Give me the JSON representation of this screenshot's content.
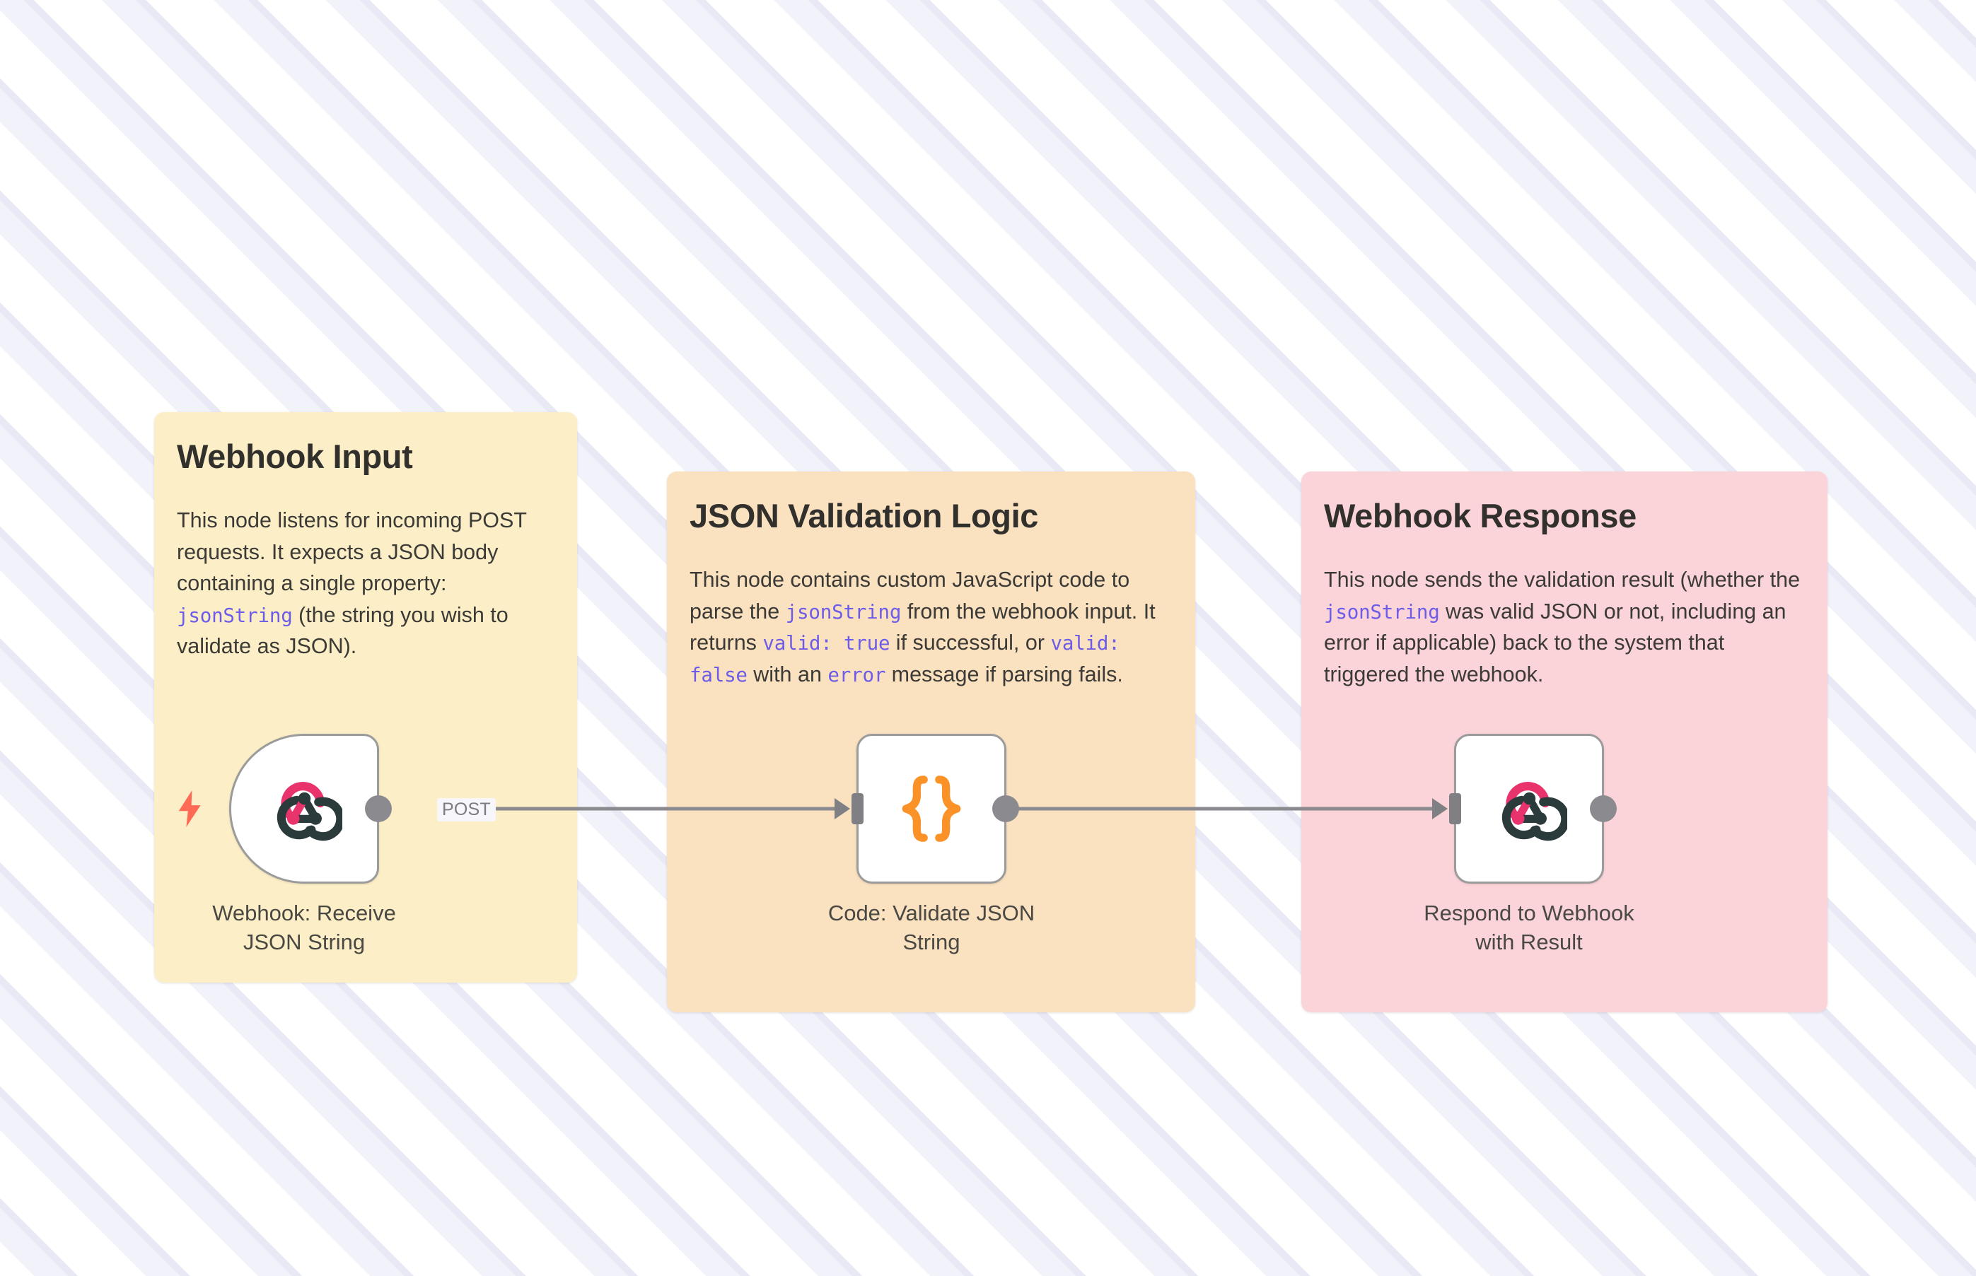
{
  "canvas": {
    "background_color": "#fafaff",
    "stripe_color": "#eeeef8"
  },
  "notes": [
    {
      "id": "webhook-input",
      "title": "Webhook Input",
      "color": "#fcefc7",
      "body_segments": [
        {
          "text": "This node listens for incoming POST requests. It expects a JSON body containing a single property: ",
          "kind": "text"
        },
        {
          "text": "jsonString",
          "kind": "code"
        },
        {
          "text": " (the string you wish to validate as JSON).",
          "kind": "text"
        }
      ],
      "body_plain": "This node listens for incoming POST requests. It expects a JSON body containing a single property: jsonString (the string you wish to validate as JSON)."
    },
    {
      "id": "validation-logic",
      "title": "JSON Validation Logic",
      "color": "#fae1c0",
      "body_segments": [
        {
          "text": "This node contains custom JavaScript code to parse the ",
          "kind": "text"
        },
        {
          "text": "jsonString",
          "kind": "code"
        },
        {
          "text": " from the webhook input. It returns ",
          "kind": "text"
        },
        {
          "text": "valid: true",
          "kind": "code"
        },
        {
          "text": " if successful, or ",
          "kind": "text"
        },
        {
          "text": "valid: false",
          "kind": "code"
        },
        {
          "text": " with an ",
          "kind": "text"
        },
        {
          "text": "error",
          "kind": "code"
        },
        {
          "text": " message if parsing fails.",
          "kind": "text"
        }
      ],
      "body_plain": "This node contains custom JavaScript code to parse the jsonString from the webhook input. It returns valid: true if successful, or valid: false with an error message if parsing fails."
    },
    {
      "id": "webhook-response",
      "title": "Webhook Response",
      "color": "#fbd4d9",
      "body_segments": [
        {
          "text": "This node sends the validation result (whether the ",
          "kind": "text"
        },
        {
          "text": "jsonString",
          "kind": "code"
        },
        {
          "text": " was valid JSON or not, including an error if applicable) back to the system that triggered the webhook.",
          "kind": "text"
        }
      ],
      "body_plain": "This node sends the validation result (whether the jsonString was valid JSON or not, including an error if applicable) back to the system that triggered the webhook."
    }
  ],
  "nodes": [
    {
      "id": "webhook-receive",
      "label": "Webhook: Receive JSON String",
      "icon": "webhook-icon",
      "kind": "trigger",
      "has_trigger_bolt": true,
      "has_input_port": false,
      "has_output_port": true,
      "icon_colors": {
        "accent": "#e8336d",
        "dark": "#2b3a3a"
      }
    },
    {
      "id": "code-validate",
      "label": "Code: Validate JSON String",
      "icon": "curly-braces-icon",
      "kind": "action",
      "has_trigger_bolt": false,
      "has_input_port": true,
      "has_output_port": true,
      "icon_colors": {
        "accent": "#fa9227"
      }
    },
    {
      "id": "respond",
      "label": "Respond to Webhook with Result",
      "icon": "webhook-icon",
      "kind": "action",
      "has_trigger_bolt": false,
      "has_input_port": true,
      "has_output_port": true,
      "icon_colors": {
        "accent": "#e8336d",
        "dark": "#2b3a3a"
      }
    }
  ],
  "edges": [
    {
      "id": "webhook-to-code",
      "from": "webhook-receive",
      "to": "code-validate",
      "label": "POST"
    },
    {
      "id": "code-to-respond",
      "from": "code-validate",
      "to": "respond",
      "label": ""
    }
  ],
  "colors": {
    "edge": "#8a8a8f",
    "port": "#8a8a8f",
    "node_border": "#9b9b9b",
    "trigger_bolt": "#ff6a55",
    "code_token": "#6c5ce8",
    "title_text": "#32302c",
    "body_text": "#3b3a36"
  }
}
